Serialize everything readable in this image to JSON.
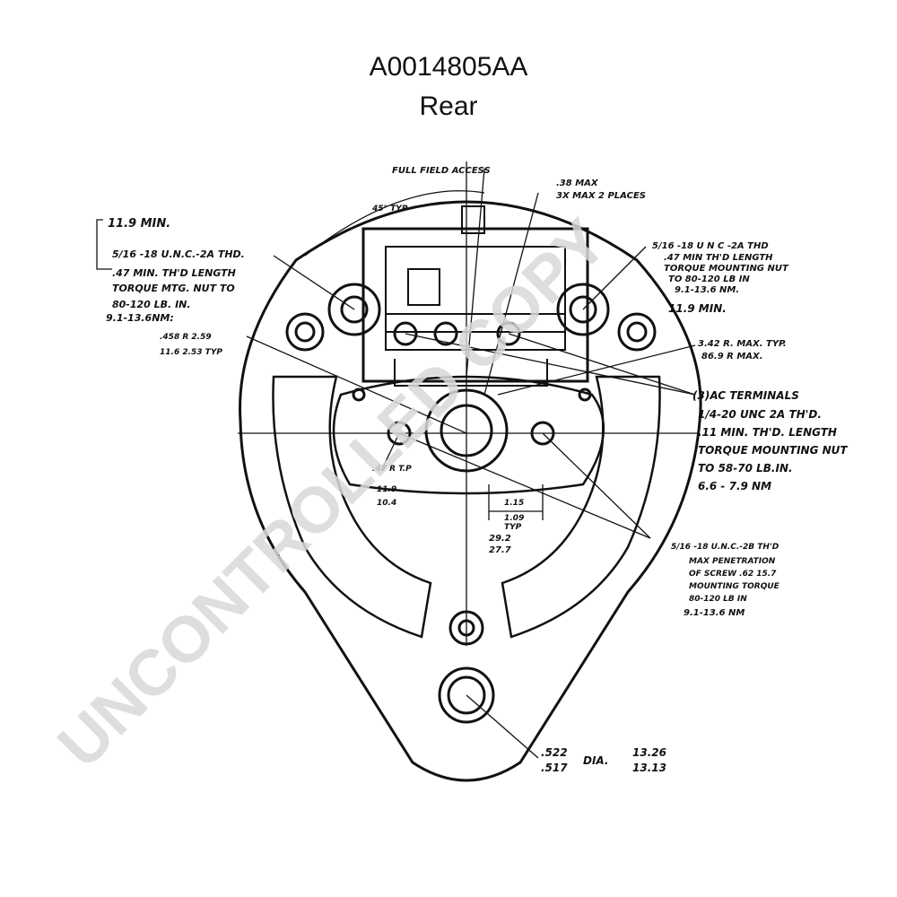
{
  "header": {
    "part_number": "A0014805AA",
    "view": "Rear"
  },
  "watermark": "UNCONTROLLED COPY",
  "colors": {
    "line": "#111111",
    "watermark": "#d9d9d9",
    "background": "#ffffff"
  },
  "annotations": {
    "full_field_access": "FULL FIELD ACCESS",
    "top_right_1": ".38 MAX",
    "top_right_2": "3X  MAX 2 PLACES",
    "angle_45": "45° TYP",
    "left_119": "11.9  MIN.",
    "left_thread_1": "5/16 -18 U.N.C.-2A THD.",
    "left_thread_2": ".47 MIN. TH'D LENGTH",
    "left_thread_3": "TORQUE MTG. NUT TO",
    "left_thread_4": "80-120 LB. IN.",
    "left_thread_5": "9.1-13.6NM:",
    "radius_left": ".458  R  2.59",
    "radius_left_2": "11.6   2.53  TYP",
    "right_thread_1": "5/16 -18 U N C -2A THD",
    "right_thread_2": ".47 MIN TH'D LENGTH",
    "right_thread_3": "TORQUE MOUNTING NUT",
    "right_thread_4": "TO 80-120 LB IN",
    "right_thread_5": "9.1-13.6 NM.",
    "right_119": "11.9  MIN.",
    "radius_max_1": "3.42 R. MAX. TYP.",
    "radius_max_2": "86.9  R MAX.",
    "ac_1": "(3)AC TERMINALS",
    "ac_2": "1/4-20 UNC 2A TH'D.",
    "ac_3": ".11 MIN. TH'D. LENGTH",
    "ac_4": "TORQUE MOUNTING NUT",
    "ac_5": "TO 58-70 LB.IN.",
    "ac_6": "6.6 - 7.9 NM",
    "center_1": ".47   R T.P",
    "center_2": "11.9",
    "center_3": "10.4",
    "dim_115": "1.15",
    "dim_109": "1.09",
    "dim_typ": "TYP",
    "dim_292": "29.2",
    "dim_277": "27.7",
    "screw_1": "5/16 -18 U.N.C.-2B TH'D",
    "screw_2": "MAX PENETRATION",
    "screw_3": "OF SCREW .62  15.7",
    "screw_4": "MOUNTING TORQUE",
    "screw_5": "80-120 LB IN",
    "screw_6": "9.1-13.6 NM",
    "dia_1": ".522",
    "dia_2": ".517",
    "dia_label": "DIA.",
    "dia_3": "13.26",
    "dia_4": "13.13"
  }
}
